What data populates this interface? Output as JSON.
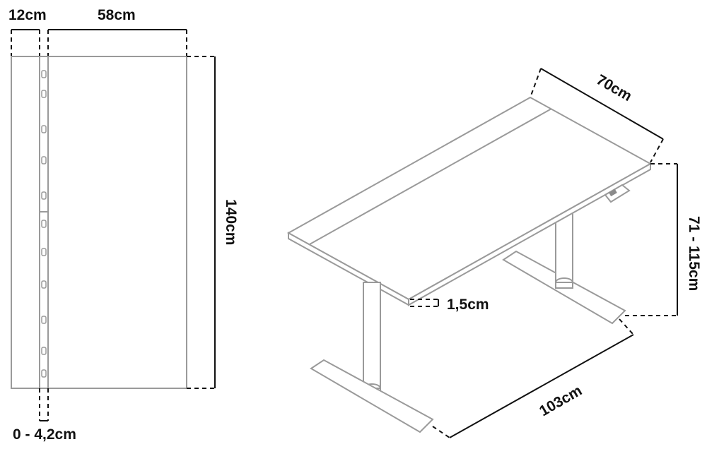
{
  "top_view": {
    "width_strip_label": "12cm",
    "width_main_label": "58cm",
    "depth_label": "140cm",
    "offset_label": "0 - 4,2cm"
  },
  "iso_view": {
    "depth_label": "70cm",
    "height_label": "71 - 115cm",
    "thickness_label": "1,5cm",
    "width_label": "103cm"
  }
}
